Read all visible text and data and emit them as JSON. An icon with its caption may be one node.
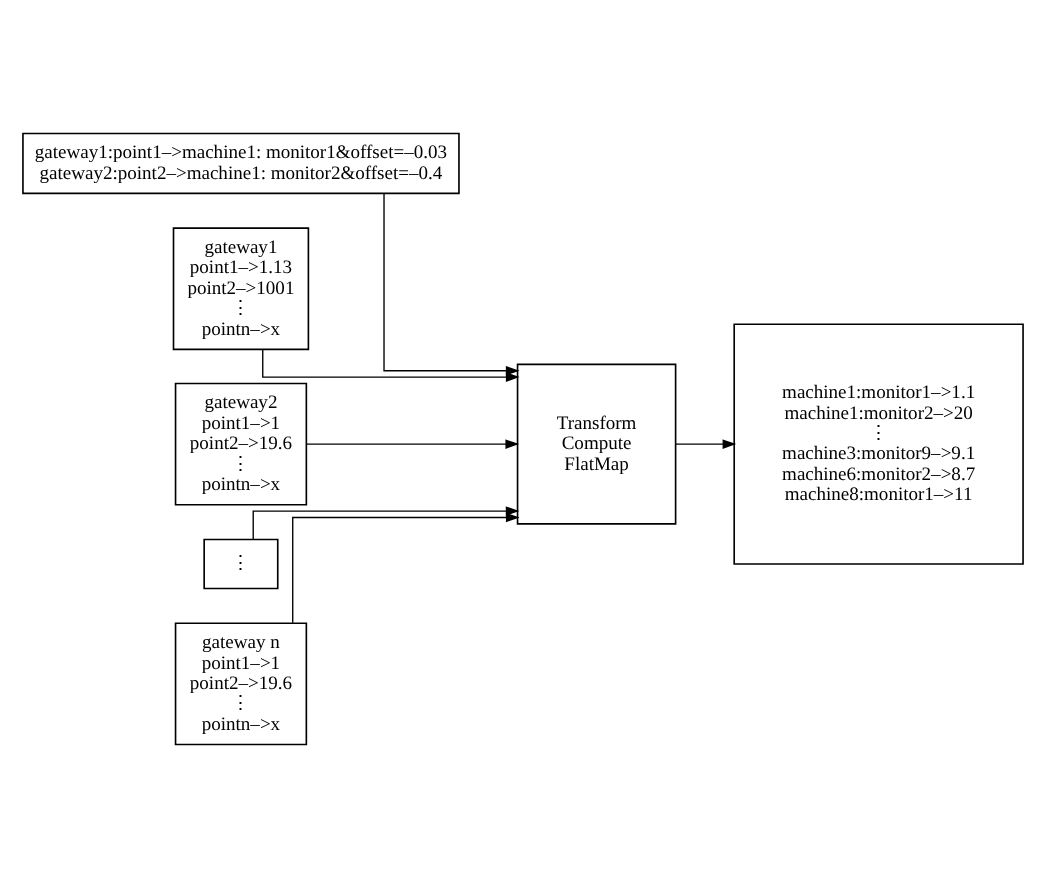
{
  "diagram": {
    "nodes": [
      {
        "text": [
          "gateway1",
          "point1–>1.13",
          "point2–>1001",
          "⋮",
          "pointn–>x"
        ]
      },
      {
        "text": [
          "gateway2",
          "point1–>1",
          "point2–>19.6",
          "⋮",
          "pointn–>x"
        ]
      },
      {
        "text": [
          "⋮"
        ]
      },
      {
        "text": [
          "gateway n",
          "point1–>1",
          "point2–>19.6",
          "⋮",
          "pointn–>x"
        ]
      },
      {
        "text": [
          "gateway1:point1–>machine1: monitor1&offset=–0.03",
          "gateway2:point2–>machine1: monitor2&offset=–0.4"
        ]
      },
      {
        "text": [
          "Transform",
          "Compute",
          "FlatMap"
        ]
      },
      {
        "text": [
          "machine1:monitor1–>1.1",
          "machine1:monitor2–>20",
          "⋮",
          "machine3:monitor9–>9.1",
          "machine6:monitor2–>8.7",
          "machine8:monitor1–>11"
        ]
      }
    ],
    "edges": [
      {
        "from": 0,
        "to": 5,
        "arrow": "to"
      },
      {
        "from": 1,
        "to": 5,
        "arrow": "to"
      },
      {
        "from": 2,
        "to": 5,
        "arrow": "to"
      },
      {
        "from": 3,
        "to": 5,
        "arrow": "to"
      },
      {
        "from": 4,
        "to": 5,
        "arrow": "to"
      },
      {
        "from": 5,
        "to": 6,
        "arrow": "to"
      }
    ]
  }
}
